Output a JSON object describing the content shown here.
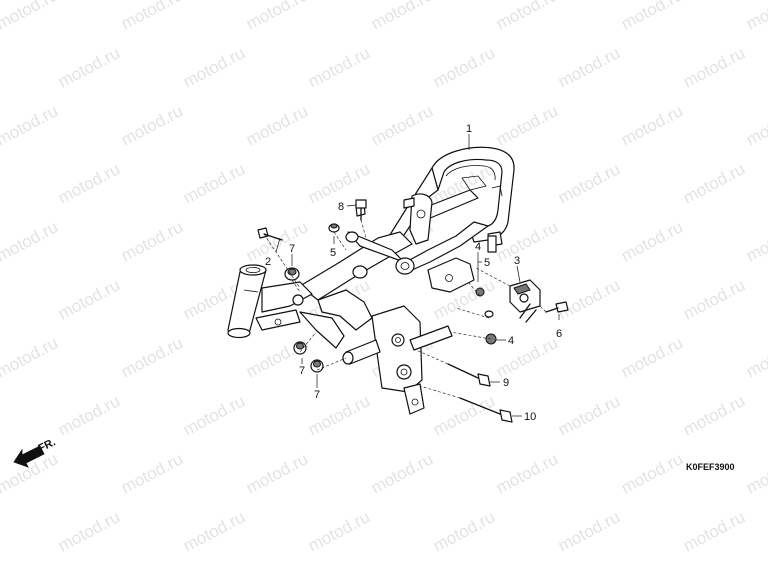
{
  "watermark": {
    "text": "motod.ru"
  },
  "diagram_code": "K0FEF3900",
  "direction_label": "FR.",
  "callouts": [
    {
      "id": "c1",
      "text": "1"
    },
    {
      "id": "c2",
      "text": "2"
    },
    {
      "id": "c3",
      "text": "3"
    },
    {
      "id": "c4a",
      "text": "4"
    },
    {
      "id": "c4b",
      "text": "4"
    },
    {
      "id": "c5a",
      "text": "5"
    },
    {
      "id": "c5b",
      "text": "5"
    },
    {
      "id": "c6",
      "text": "6"
    },
    {
      "id": "c7a",
      "text": "7"
    },
    {
      "id": "c7b",
      "text": "7"
    },
    {
      "id": "c7c",
      "text": "7"
    },
    {
      "id": "c8",
      "text": "8"
    },
    {
      "id": "c9",
      "text": "9"
    },
    {
      "id": "c10",
      "text": "10"
    }
  ],
  "colors": {
    "line": "#111111",
    "watermark": "#e3e3e3",
    "background": "#ffffff"
  }
}
